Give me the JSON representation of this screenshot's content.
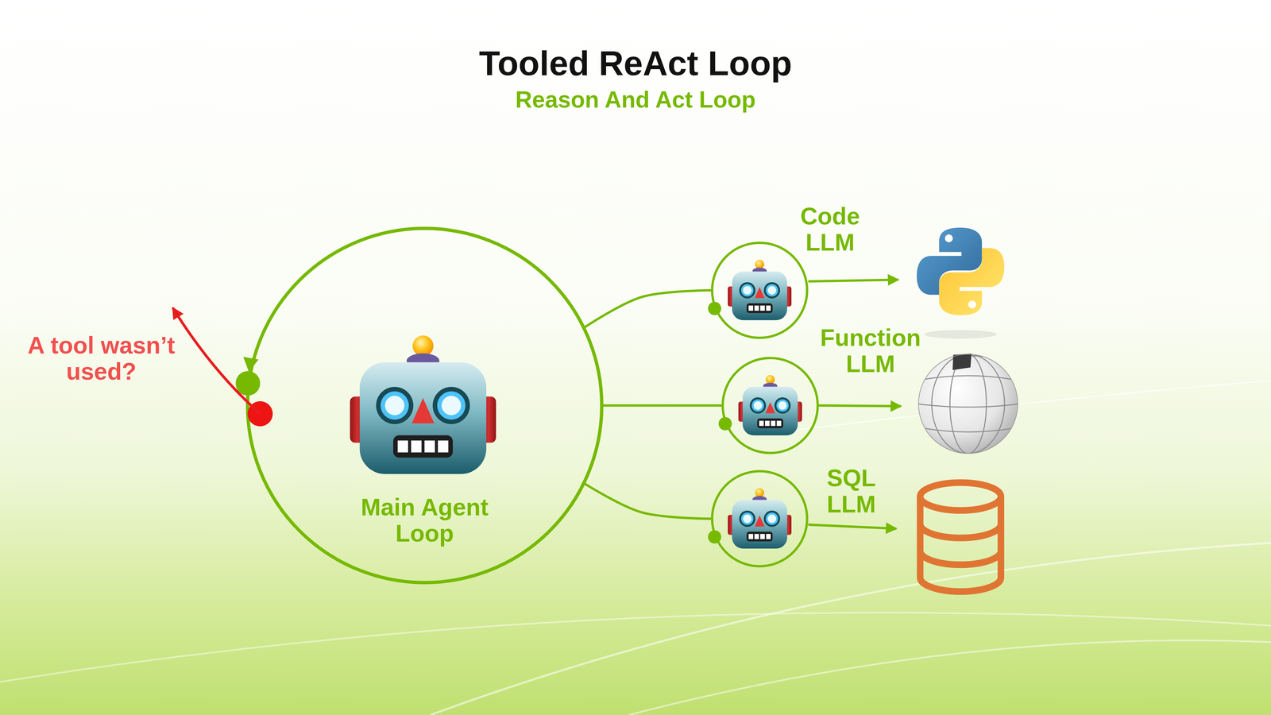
{
  "diagram": {
    "title": "Tooled ReAct Loop",
    "nodes": [
      {
        "text": [
          "Main Agent Loop"
        ]
      },
      {
        "text": [
          "Code LLM"
        ]
      },
      {
        "text": [
          "Function LLM"
        ]
      },
      {
        "text": [
          "SQL LLM"
        ]
      }
    ],
    "edges": [
      {
        "from": 0,
        "to": 1,
        "arrow": "none"
      },
      {
        "from": 0,
        "to": 2,
        "arrow": "none"
      },
      {
        "from": 0,
        "to": 3,
        "arrow": "none"
      }
    ],
    "labels": [
      "Reason And Act Loop",
      "A tool wasn’t used?"
    ]
  }
}
